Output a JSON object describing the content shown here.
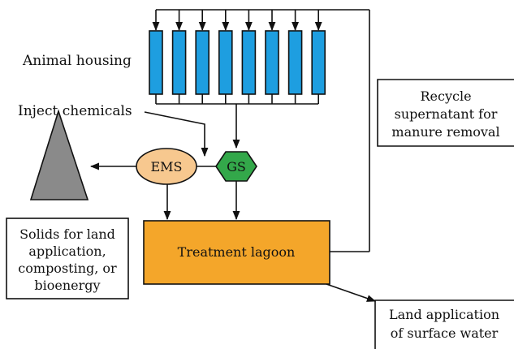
{
  "diagram": {
    "animal_housing_label": "Animal housing",
    "inject_label": "Inject chemicals",
    "ems_label": "EMS",
    "gs_label": "GS",
    "lagoon_label": "Treatment lagoon",
    "recycle_lines": [
      "Recycle",
      "supernatant for",
      "manure removal"
    ],
    "solids_lines": [
      "Solids for land",
      "application,",
      "composting, or",
      "bioenergy"
    ],
    "land_app_lines": [
      "Land application",
      "of surface water"
    ],
    "colors": {
      "housing": "#1e9ee0",
      "ems": "#f7c88f",
      "gs": "#33a84a",
      "lagoon": "#f4a62a",
      "pile": "#8a8a8a",
      "line": "#111111"
    },
    "housing_units": 8
  }
}
